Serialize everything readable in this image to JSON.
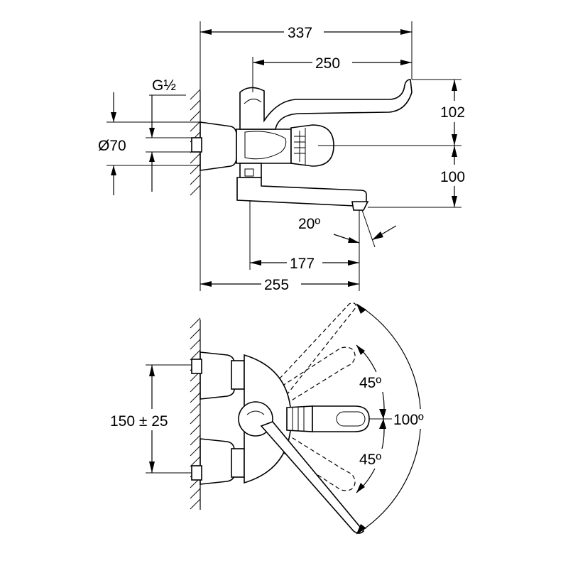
{
  "side_view": {
    "dim_overall_depth": "337",
    "dim_lever_reach": "250",
    "dim_thread": "G½",
    "dim_diameter": "Ø70",
    "dim_top_height": "102",
    "dim_bottom_height": "100",
    "dim_spout_angle": "20º",
    "dim_spout_reach": "177",
    "dim_spout_projection": "255"
  },
  "top_view": {
    "dim_center_distance": "150 ± 25",
    "dim_swivel_upper": "45º",
    "dim_swivel_lower": "45º",
    "dim_lever_swing": "100º"
  }
}
